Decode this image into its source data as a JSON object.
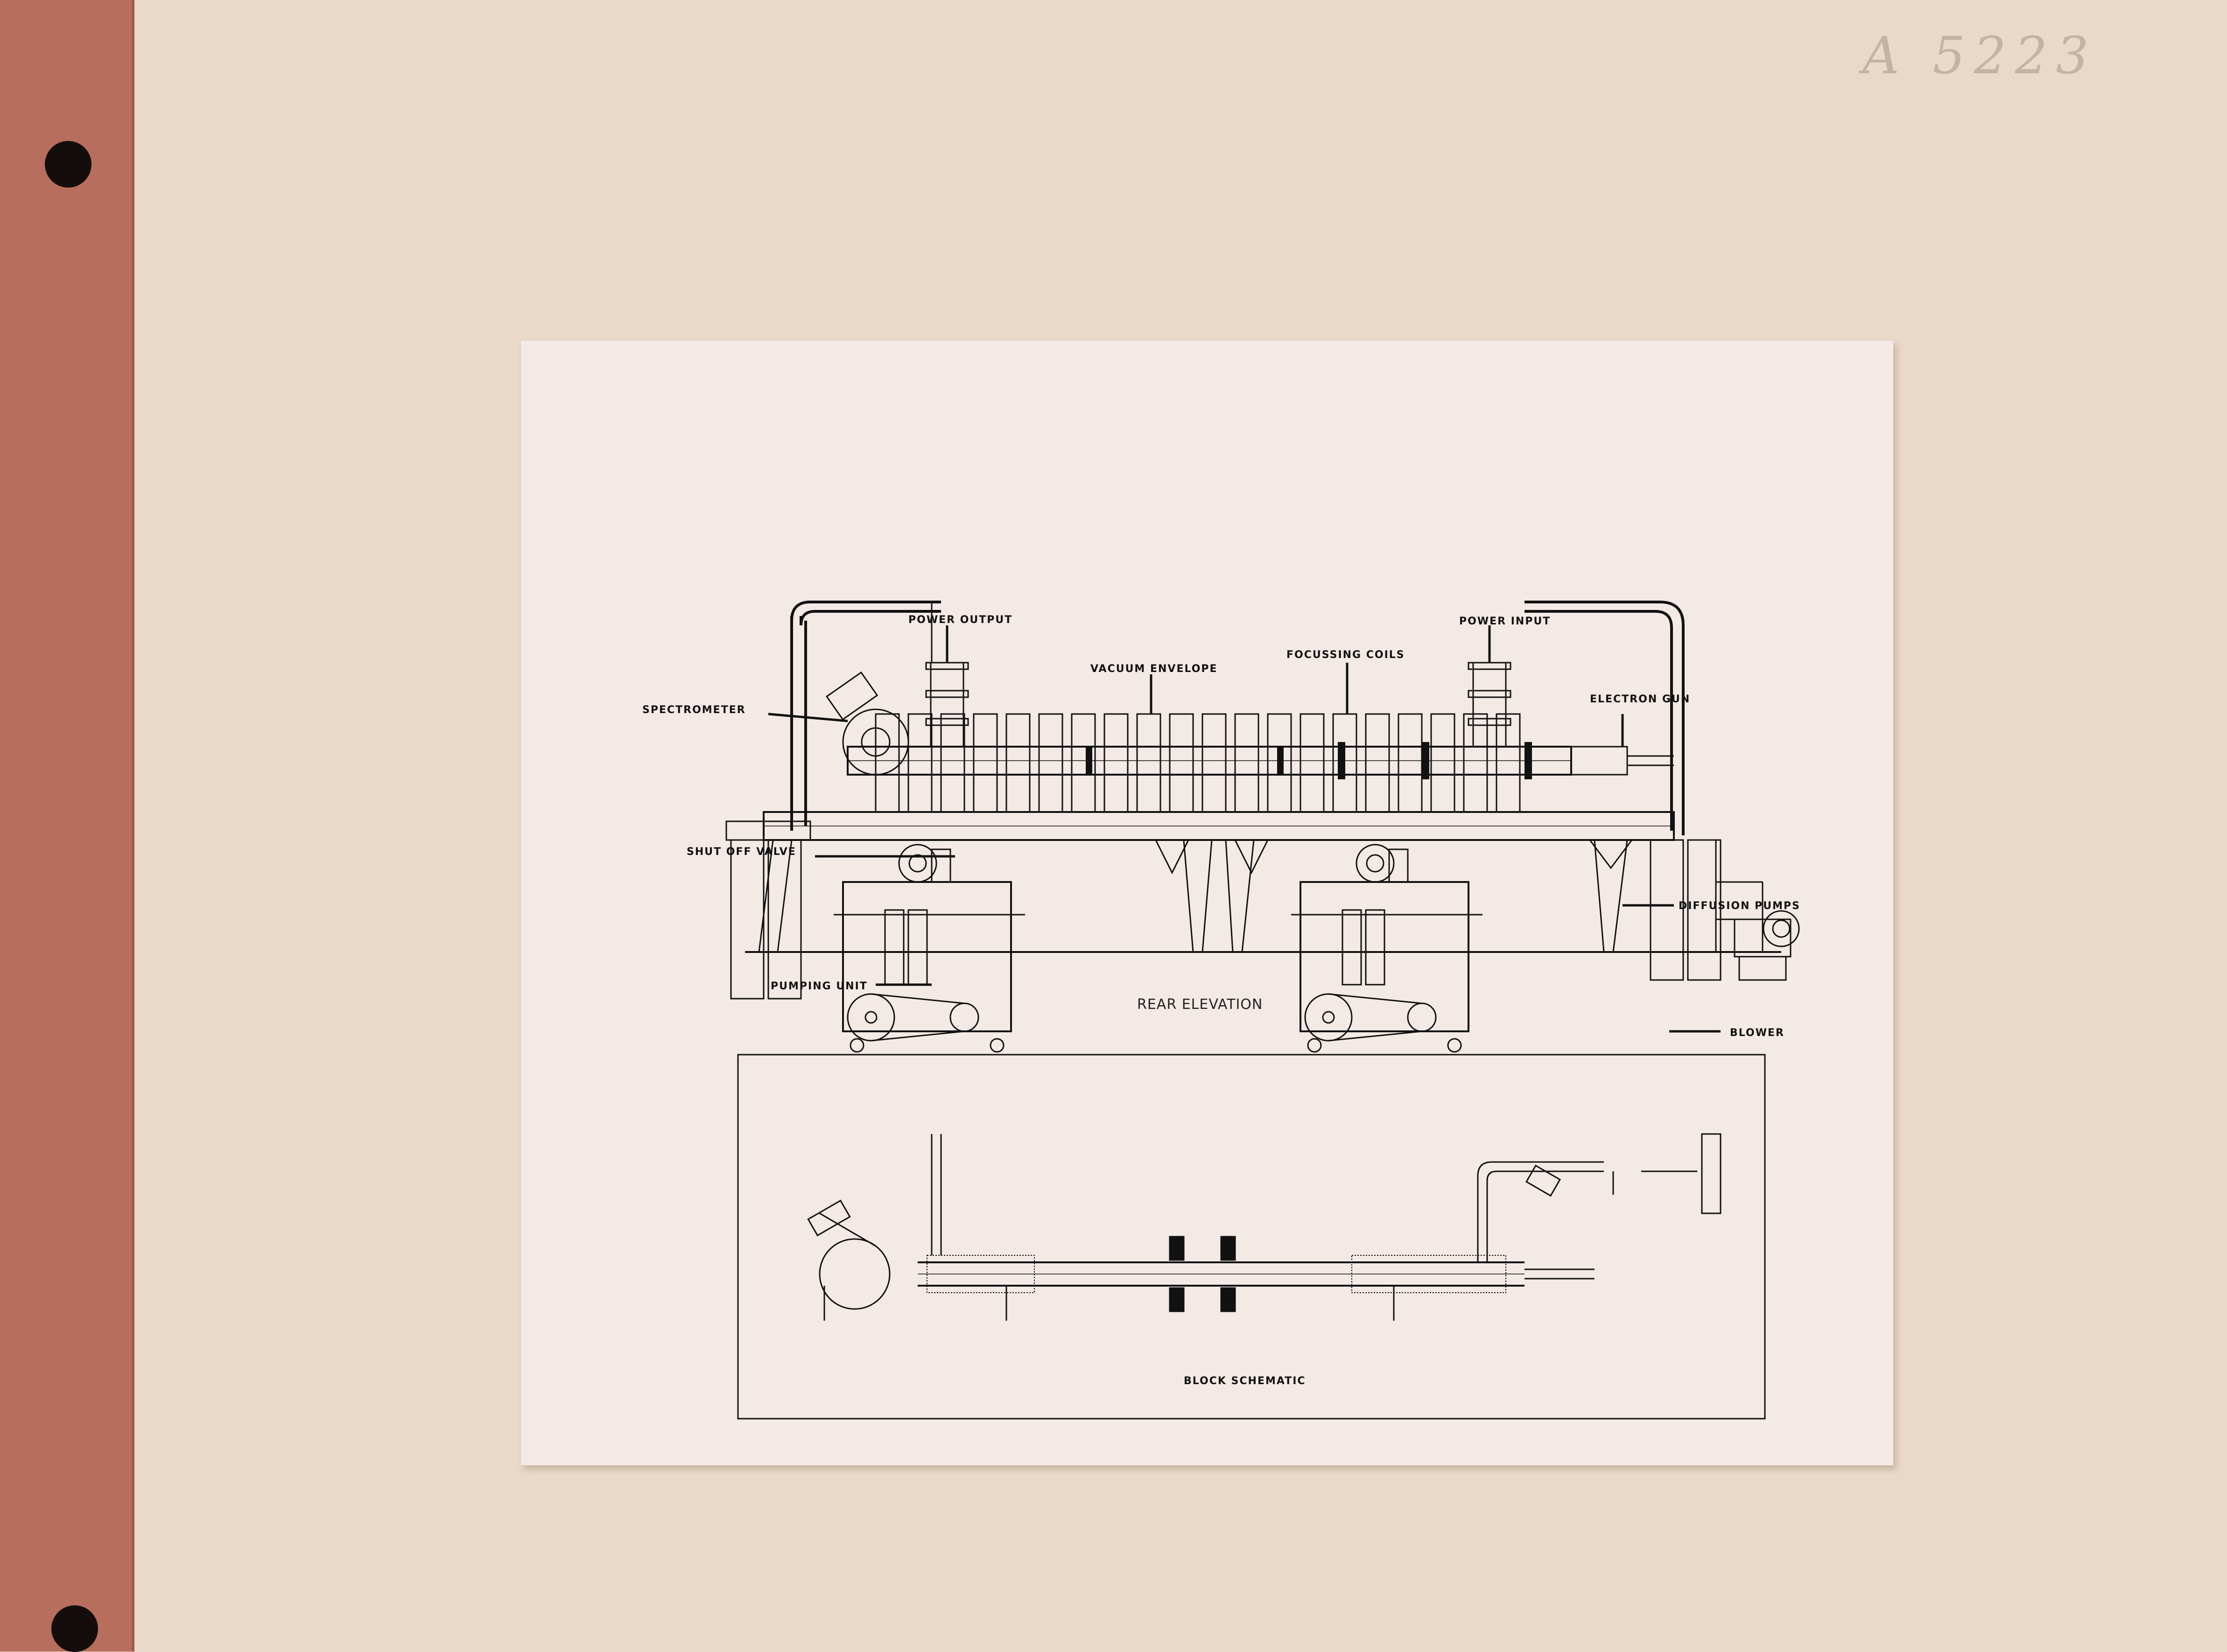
{
  "catalog_mark": "A 5223",
  "drawing": {
    "labels": {
      "power_output": "POWER OUTPUT",
      "power_input": "POWER INPUT",
      "focussing_coils": "FOCUSSING COILS",
      "vacuum_envelope": "VACUUM ENVELOPE",
      "spectrometer": "SPECTROMETER",
      "electron_gun": "ELECTRON GUN",
      "shut_off_valve": "SHUT OFF VALVE",
      "diffusion_pumps": "DIFFUSION PUMPS",
      "pumping_unit": "PUMPING UNIT",
      "blower": "BLOWER"
    },
    "rear_elevation_caption": "REAR ELEVATION",
    "block_schematic_caption": "BLOCK SCHEMATIC"
  },
  "colors": {
    "board": "#ead9c9",
    "spine": "#b86e5c",
    "photo_paper": "#f3e9e5",
    "ink": "#111111"
  }
}
